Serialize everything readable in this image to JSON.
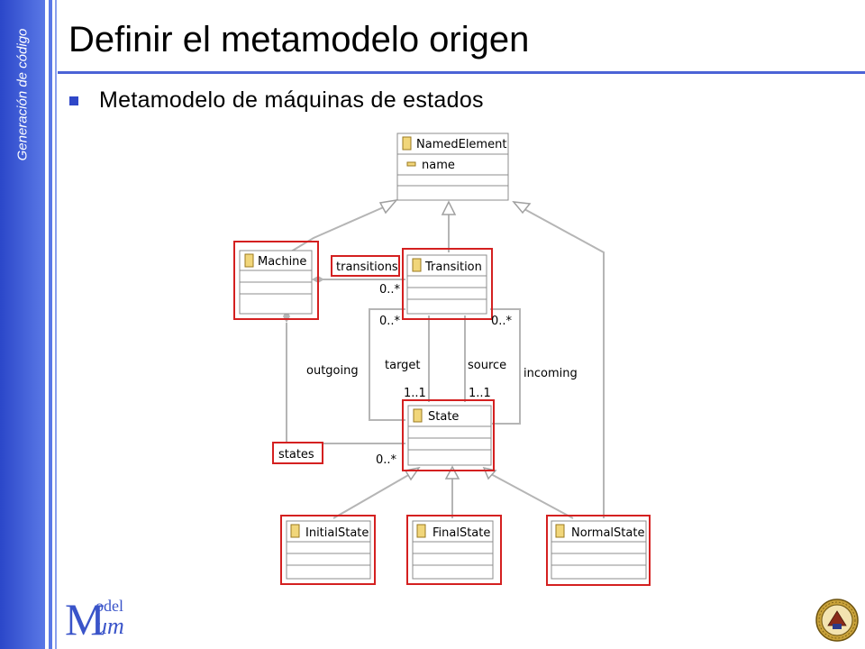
{
  "sidebar": {
    "text": "Generación de código"
  },
  "slide": {
    "title": "Definir el metamodelo origen",
    "bullet": "Metamodelo de máquinas de estados"
  },
  "diagram": {
    "classes": {
      "named_element": {
        "name": "NamedElement",
        "attribute": "name"
      },
      "machine": {
        "name": "Machine"
      },
      "transition": {
        "name": "Transition"
      },
      "state": {
        "name": "State"
      },
      "initial_state": {
        "name": "InitialState"
      },
      "final_state": {
        "name": "FinalState"
      },
      "normal_state": {
        "name": "NormalState"
      }
    },
    "labels": {
      "transitions": "transitions",
      "states": "states",
      "target": "target",
      "source": "source",
      "outgoing": "outgoing",
      "incoming": "incoming",
      "mult_transitions": "0..*",
      "mult_out": "0..*",
      "mult_in": "0..*",
      "mult_target": "1..1",
      "mult_source": "1..1",
      "mult_states": "0..*"
    },
    "colors": {
      "highlight": "#d42020",
      "class_stroke": "#8c8c8c",
      "class_header": "#ffffff",
      "line": "#b5b5b5"
    }
  },
  "logo": {
    "letter": "M",
    "top": "odel",
    "bottom": "um"
  }
}
